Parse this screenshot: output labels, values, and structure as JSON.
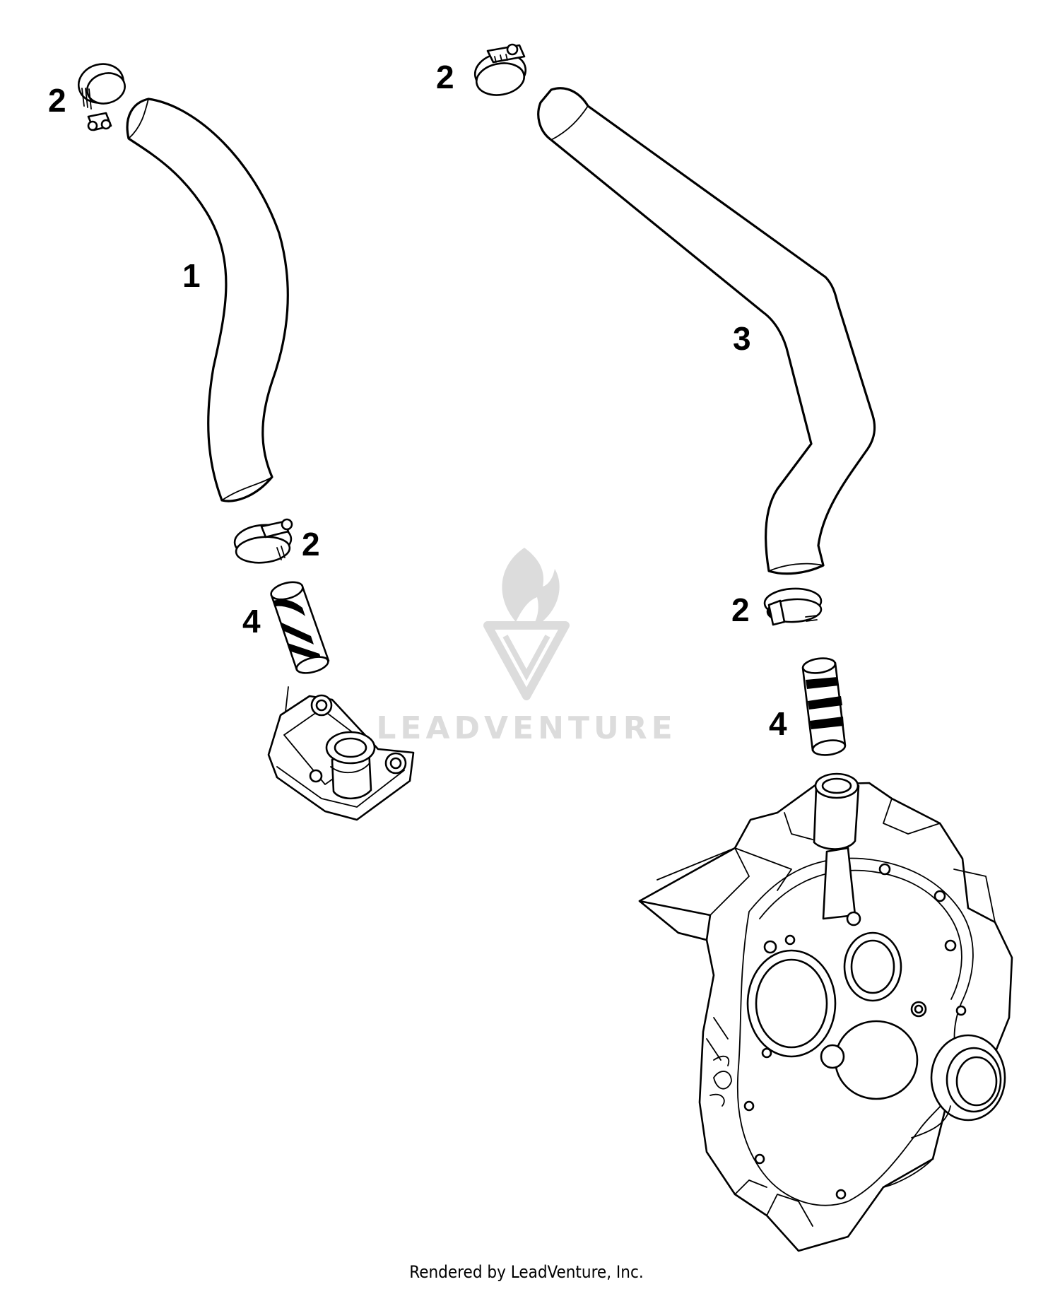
{
  "diagram": {
    "callouts": [
      {
        "id": "c1",
        "text": "2"
      },
      {
        "id": "c2",
        "text": "1"
      },
      {
        "id": "c3",
        "text": "2"
      },
      {
        "id": "c4",
        "text": "4"
      },
      {
        "id": "c5",
        "text": "2"
      },
      {
        "id": "c6",
        "text": "3"
      },
      {
        "id": "c7",
        "text": "2"
      },
      {
        "id": "c8",
        "text": "4"
      }
    ],
    "watermark": "LEADVENTURE",
    "footer": "Rendered by LeadVenture, Inc."
  },
  "colors": {
    "line": "#000000",
    "background": "#ffffff",
    "watermark": "#dcdcdc"
  }
}
